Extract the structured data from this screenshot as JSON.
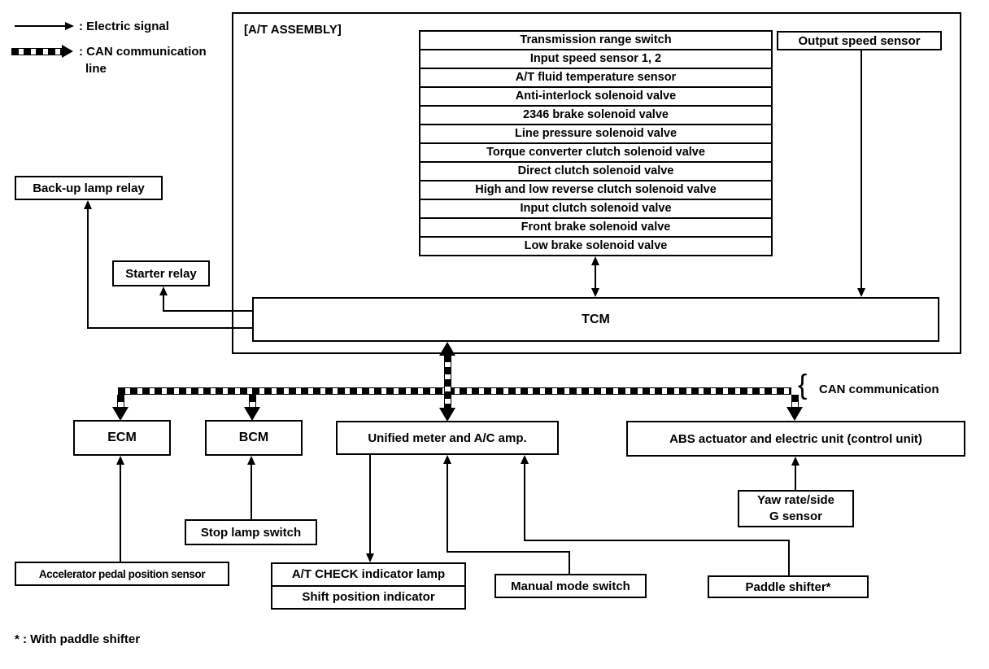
{
  "legend": {
    "electric_signal": ": Electric signal",
    "can_line_1": ": CAN communication",
    "can_line_2": "line"
  },
  "assembly": {
    "title": "[A/T ASSEMBLY]",
    "tcm": "TCM",
    "output_speed_sensor": "Output speed sensor",
    "components": [
      "Transmission range switch",
      "Input speed sensor 1, 2",
      "A/T fluid temperature sensor",
      "Anti-interlock solenoid valve",
      "2346 brake solenoid valve",
      "Line pressure solenoid valve",
      "Torque converter clutch solenoid valve",
      "Direct clutch solenoid valve",
      "High and low reverse clutch solenoid valve",
      "Input clutch solenoid valve",
      "Front brake solenoid valve",
      "Low brake solenoid valve"
    ]
  },
  "relays": {
    "backup_lamp": "Back-up lamp relay",
    "starter": "Starter relay"
  },
  "can_bus": {
    "label": "CAN communication"
  },
  "modules": {
    "ecm": "ECM",
    "bcm": "BCM",
    "unified_meter": "Unified meter and A/C amp.",
    "abs": "ABS actuator and electric unit (control unit)"
  },
  "peripherals": {
    "stop_lamp_switch": "Stop lamp switch",
    "accelerator_pedal": "Accelerator pedal position sensor",
    "at_check_lamp": "A/T CHECK indicator lamp",
    "shift_position": "Shift position indicator",
    "manual_mode_switch": "Manual mode switch",
    "paddle_shifter": "Paddle shifter*",
    "yaw_sensor_line1": "Yaw rate/side",
    "yaw_sensor_line2": "G sensor"
  },
  "footnote": "* : With paddle shifter",
  "colors": {
    "line": "#000000",
    "background": "#ffffff"
  }
}
